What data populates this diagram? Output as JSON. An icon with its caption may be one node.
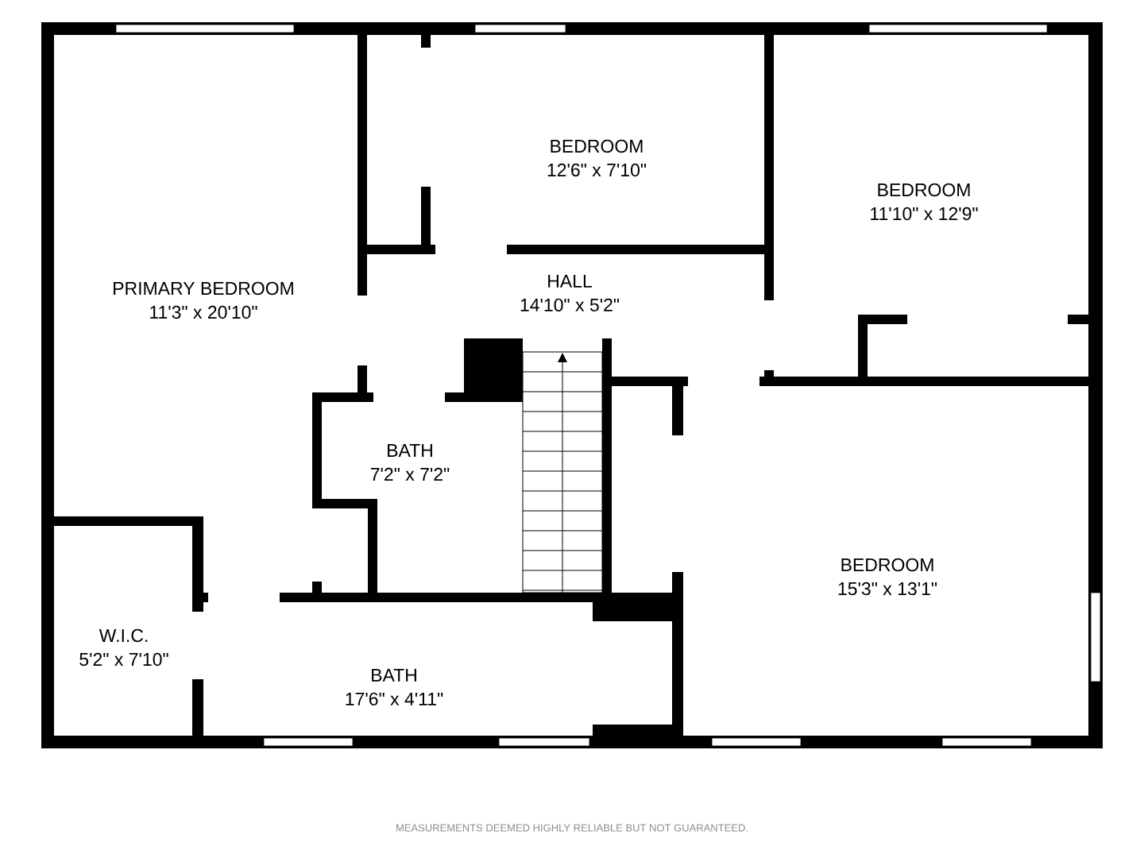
{
  "diagram": {
    "nodes": [
      {
        "text": [
          "PRIMARY BEDROOM",
          "11'3\" x 20'10\""
        ]
      },
      {
        "text": [
          "BEDROOM",
          "12'6\" x 7'10\""
        ]
      },
      {
        "text": [
          "BEDROOM",
          "11'10\" x 12'9\""
        ]
      },
      {
        "text": [
          "HALL",
          "14'10\" x 5'2\""
        ]
      },
      {
        "text": [
          "BATH",
          "7'2\" x 7'2\""
        ]
      },
      {
        "text": [
          "BEDROOM",
          "15'3\" x 13'1\""
        ]
      },
      {
        "text": [
          "W.I.C.",
          "5'2\" x 7'10\""
        ]
      },
      {
        "text": [
          "BATH",
          "17'6\" x 4'11\""
        ]
      }
    ],
    "labels": [
      "MEASUREMENTS DEEMED HIGHLY RELIABLE BUT NOT GUARANTEED."
    ]
  }
}
